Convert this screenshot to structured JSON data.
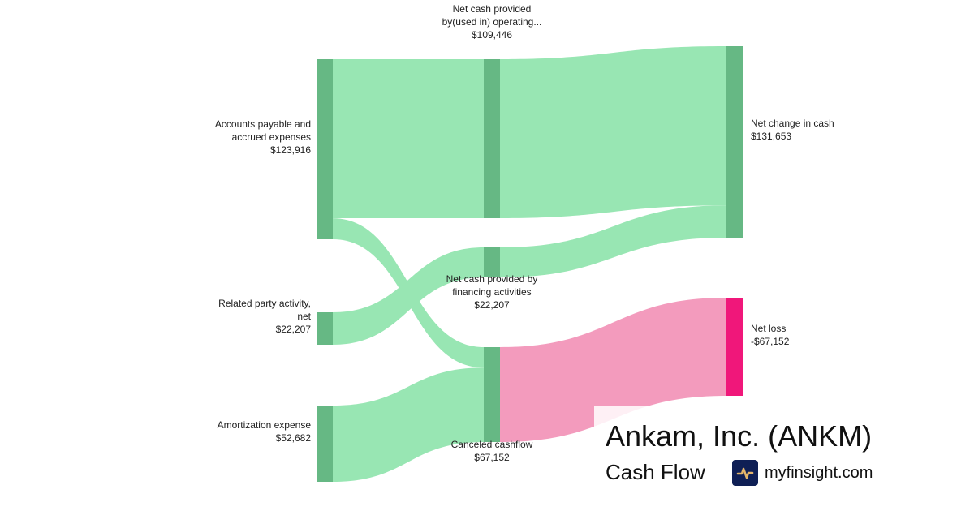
{
  "company_title": "Ankam, Inc. (ANKM)",
  "subtitle": "Cash Flow",
  "brand": "myfinsight.com",
  "colors": {
    "node_green": "#66b884",
    "link_green": "#98e6b3",
    "link_pink": "#f39bbd",
    "node_pink": "#f0177a"
  },
  "chart_data": {
    "type": "sankey",
    "nodes": [
      {
        "id": "ap",
        "name": "Accounts payable and accrued expenses",
        "value_label": "$123,916",
        "value": 123916
      },
      {
        "id": "rp",
        "name": "Related party activity, net",
        "value_label": "$22,207",
        "value": 22207
      },
      {
        "id": "am",
        "name": "Amortization expense",
        "value_label": "$52,682",
        "value": 52682
      },
      {
        "id": "op",
        "name": "Net cash provided by(used in) operating...",
        "value_label": "$109,446",
        "value": 109446
      },
      {
        "id": "fin",
        "name": "Net cash provided by financing activities",
        "value_label": "$22,207",
        "value": 22207
      },
      {
        "id": "cc",
        "name": "Canceled cashflow",
        "value_label": "$67,152",
        "value": 67152
      },
      {
        "id": "nc",
        "name": "Net change in cash",
        "value_label": "$131,653",
        "value": 131653
      },
      {
        "id": "nl",
        "name": "Net loss",
        "value_label": "-$67,152",
        "value": -67152
      }
    ],
    "links": [
      {
        "source": "ap",
        "target": "op",
        "value": 109446
      },
      {
        "source": "ap",
        "target": "cc",
        "value": 14470
      },
      {
        "source": "rp",
        "target": "fin",
        "value": 22207
      },
      {
        "source": "am",
        "target": "cc",
        "value": 52682
      },
      {
        "source": "op",
        "target": "nc",
        "value": 109446
      },
      {
        "source": "fin",
        "target": "nc",
        "value": 22207
      },
      {
        "source": "cc",
        "target": "nl",
        "value": 67152
      }
    ]
  }
}
